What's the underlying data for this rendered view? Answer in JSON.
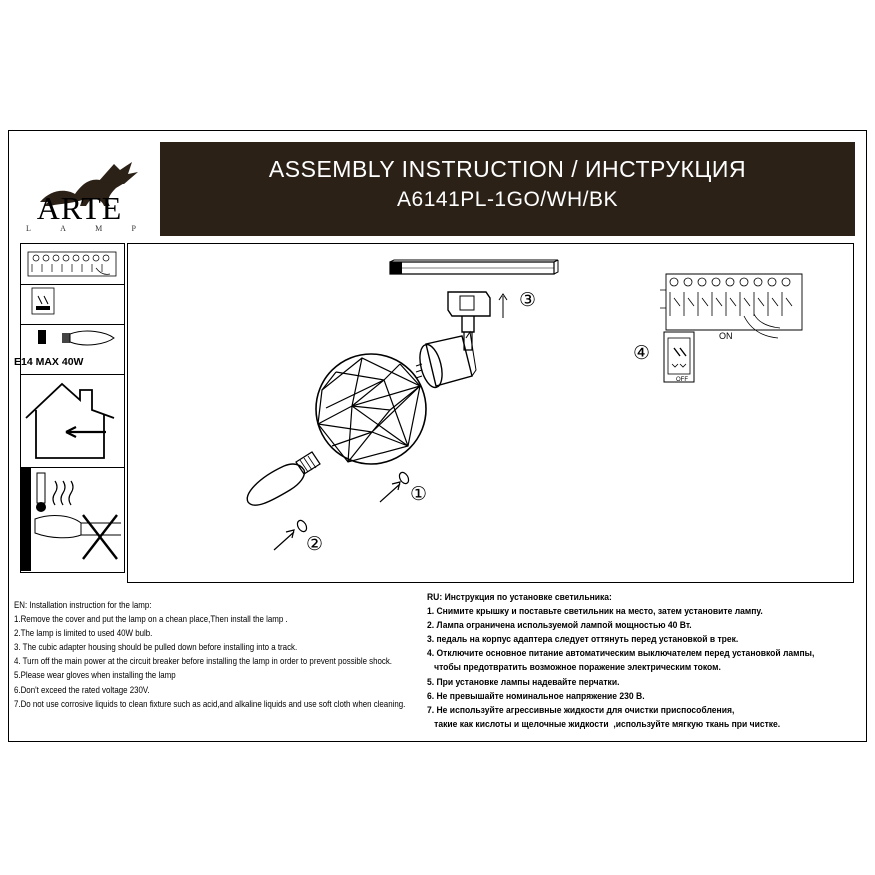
{
  "brand": {
    "name": "ARTE",
    "subtitle_letters": [
      "L",
      "A",
      "M",
      "P"
    ]
  },
  "header": {
    "title": "ASSEMBLY INSTRUCTION / ИНСТРУКЦИЯ",
    "model": "A6141PL-1GO/WH/BK",
    "background_color": "#2b2117"
  },
  "sidebar": {
    "bulb_spec": "E14 MAX 40W"
  },
  "diagram": {
    "step_markers": [
      "①",
      "②",
      "③",
      "④"
    ],
    "switch_on_label": "ON",
    "switch_off_label": "OFF"
  },
  "instructions": {
    "en": {
      "heading": "EN:  Installation instruction for the lamp:",
      "items": [
        "1.Remove the cover and put the lamp on a  chean place,Then install  the lamp .",
        "2.The lamp is limited to  used 40W bulb.",
        "3. The cubic adapter housing should be pulled down before installing into a track.",
        "4. Turn off the main power at the circuit breaker before  installing the lamp in order to prevent possible shock.",
        "5.Please wear gloves when installing the lamp",
        "6.Don't exceed the rated voltage 230V.",
        "7.Do not use corrosive liquids to clean fixture such as acid,and alkaline liquids and use soft cloth when cleaning."
      ]
    },
    "ru": {
      "heading": "RU: Инструкция по установке светильника:",
      "items": [
        "1. Снимите крышку и поставьте светильник на место, затем установите лампу.",
        "2. Лампа ограничена используемой лампой мощностью 40 Вт.",
        "3. педаль на корпус адаптера следует оттянуть перед установкой в трек.",
        "4. Отключите основное питание автоматическим выключателем перед установкой лампы,",
        "   чтобы предотвратить возможное поражение электрическим током.",
        "5. При установке лампы надевайте перчатки.",
        "6. Не превышайте номинальное напряжение 230 В.",
        "7. Не используйте агрессивные жидкости для очистки приспособления,",
        "   такие как кислоты и щелочные жидкости  ,используйте мягкую ткань при чистке."
      ]
    }
  }
}
